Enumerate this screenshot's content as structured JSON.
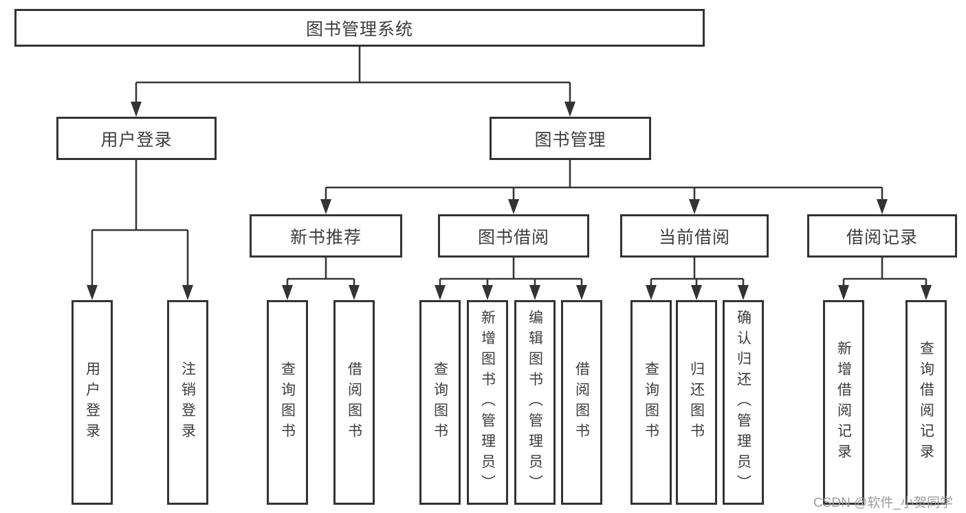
{
  "tree": {
    "label": "图书管理系统",
    "children": [
      {
        "label": "用户登录",
        "children": [
          {
            "label": "用户登录"
          },
          {
            "label": "注销登录"
          }
        ]
      },
      {
        "label": "图书管理",
        "children": [
          {
            "label": "新书推荐",
            "children": [
              {
                "label": "查询图书"
              },
              {
                "label": "借阅图书"
              }
            ]
          },
          {
            "label": "图书借阅",
            "children": [
              {
                "label": "查询图书"
              },
              {
                "label": "新增图书（管理员）"
              },
              {
                "label": "编辑图书（管理员）"
              },
              {
                "label": "借阅图书"
              }
            ]
          },
          {
            "label": "当前借阅",
            "children": [
              {
                "label": "查询图书"
              },
              {
                "label": "归还图书"
              },
              {
                "label": "确认归还（管理员）"
              }
            ]
          },
          {
            "label": "借阅记录",
            "children": [
              {
                "label": "新增借阅记录"
              },
              {
                "label": "查询借阅记录"
              }
            ]
          }
        ]
      }
    ]
  },
  "watermark": "CSDN @软件_小贺同学",
  "colors": {
    "line": "#373737",
    "box_border": "#333333",
    "text": "#3d3d3d",
    "watermark": "#9c9c9c",
    "background": "#ffffff"
  }
}
